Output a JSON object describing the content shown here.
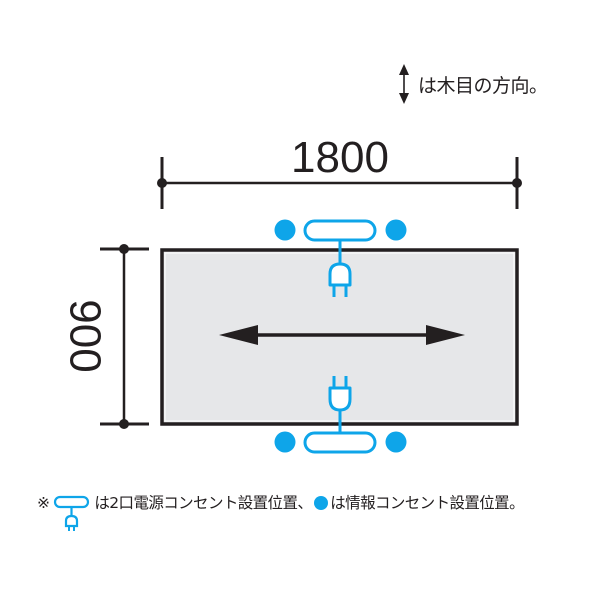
{
  "grain_note": {
    "icon": "double-vertical-arrow-icon",
    "text": "は木目の方向。"
  },
  "dimensions": {
    "width": "1800",
    "depth": "900"
  },
  "table": {
    "fill_color": "#e6e7e9",
    "border_color": "#231f20",
    "grain_arrow": "double-horizontal-arrow-icon"
  },
  "outlets": {
    "accent_color": "#0ea5e9",
    "top": {
      "power": "2口電源コンセント",
      "data_left": "情報コンセント",
      "data_right": "情報コンセント"
    },
    "bottom": {
      "power": "2口電源コンセント",
      "data_left": "情報コンセント",
      "data_right": "情報コンセント"
    }
  },
  "footnote": {
    "mark": "※",
    "power_text": "は2口電源コンセント設置位置、",
    "data_text": "は情報コンセント設置位置。"
  }
}
